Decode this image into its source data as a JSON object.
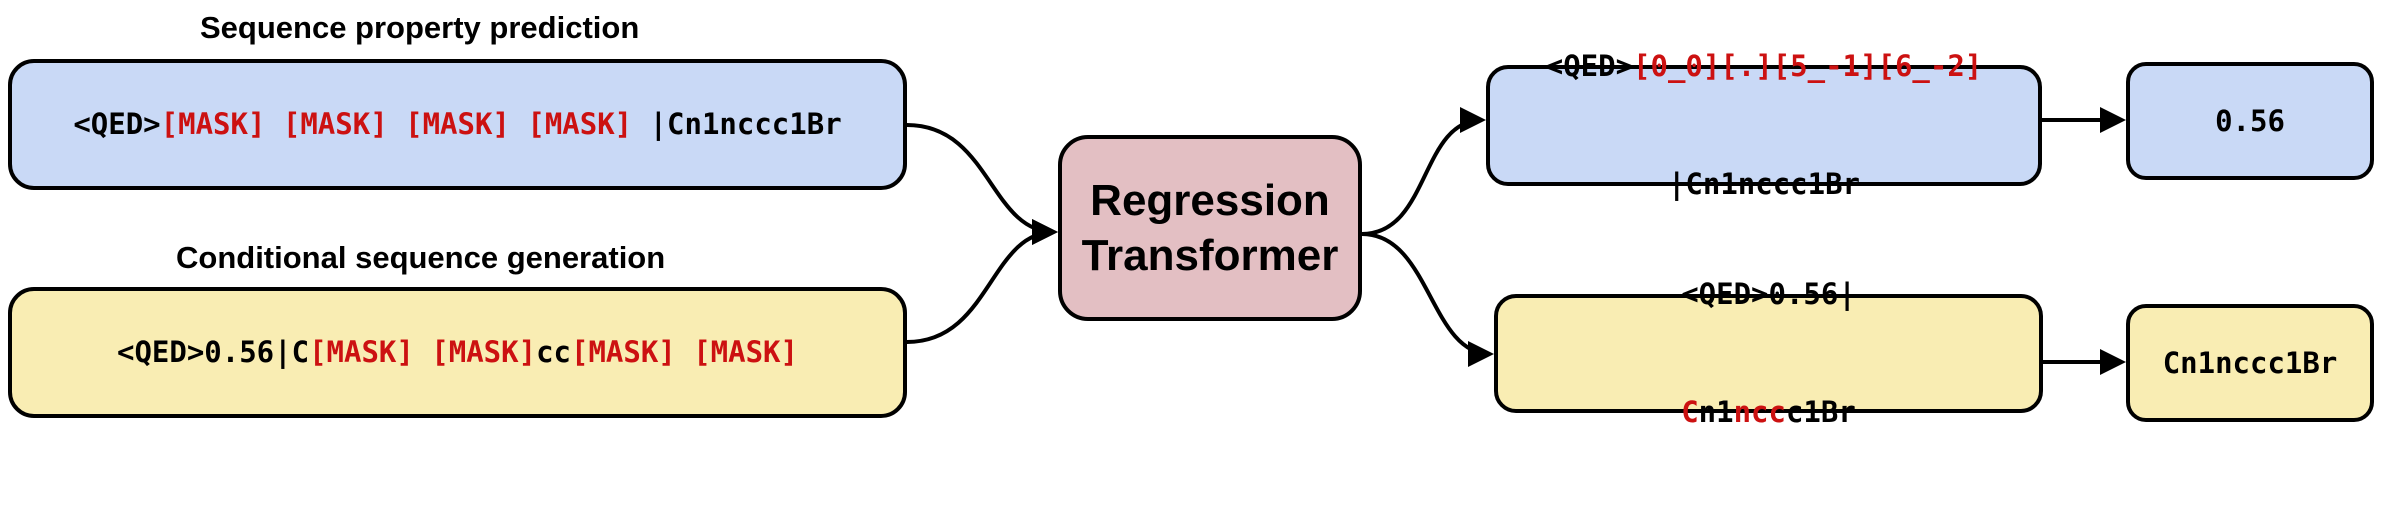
{
  "colors": {
    "blue": "#c9d9f6",
    "yellow": "#f9edb3",
    "pink": "#e3bfc3",
    "red": "#cc1111"
  },
  "titles": {
    "property_prediction": "Sequence property prediction",
    "conditional_generation": "Conditional sequence generation"
  },
  "center": {
    "line1": "Regression",
    "line2": "Transformer"
  },
  "input_property": {
    "prefix": "<QED>",
    "mask1": "[MASK]",
    "mask2": "[MASK]",
    "mask3": "[MASK]",
    "mask4": "[MASK]",
    "suffix": "|Cn1nccc1Br"
  },
  "input_generation": {
    "prefix": "<QED>0.56|C",
    "mask1": "[MASK]",
    "mask2": "[MASK]",
    "mid": "cc",
    "mask3": "[MASK]",
    "mask4": "[MASK]"
  },
  "output_property": {
    "prefix": "<QED>",
    "tokens": "[0_0][.][5_-1][6_-2]",
    "line2": "|Cn1nccc1Br"
  },
  "output_generation": {
    "line1": "<QED>0.56|",
    "line2_a": "C",
    "line2_b": "n1",
    "line2_c": "ncc",
    "line2_d": "c1Br"
  },
  "result_property": "0.56",
  "result_generation": "Cn1nccc1Br"
}
